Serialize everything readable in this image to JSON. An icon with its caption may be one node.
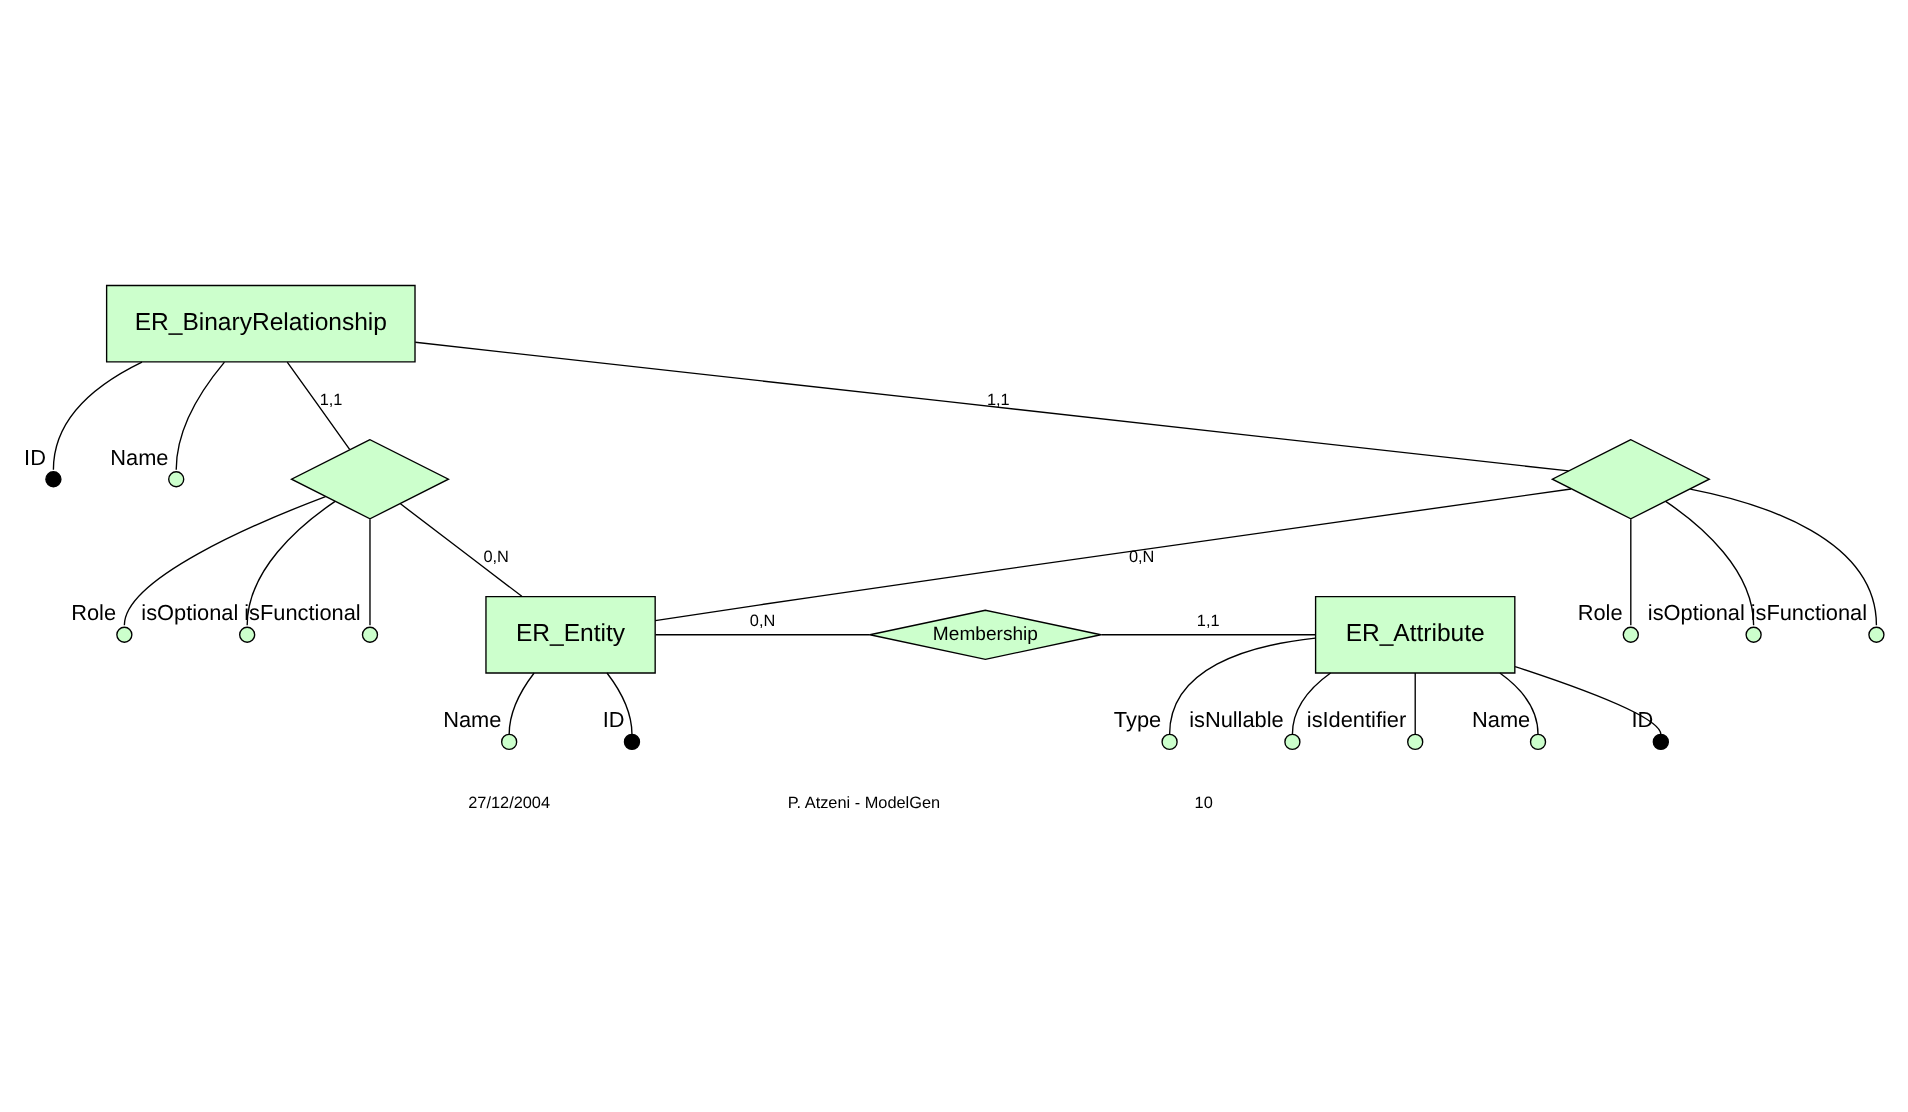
{
  "diagram": {
    "nodes": [
      {
        "text": [
          "ER_BinaryRelationship"
        ]
      },
      {
        "text": [],
        "shape": "circle",
        "beside": [
          "ID"
        ]
      },
      {
        "text": [],
        "shape": "circle",
        "beside": [
          "Name"
        ]
      },
      {
        "text": [],
        "shape": "circle",
        "beside": [
          "Role"
        ]
      },
      {
        "text": [],
        "shape": "diamond"
      },
      {
        "text": [],
        "shape": "diamond"
      },
      {
        "text": [],
        "shape": "circle",
        "beside": [
          "Role"
        ]
      },
      {
        "text": [],
        "shape": "circle",
        "beside": [
          "isOptional"
        ]
      },
      {
        "text": [],
        "shape": "circle",
        "beside": [
          "isOptional"
        ]
      },
      {
        "text": [],
        "shape": "circle",
        "beside": [
          "isFunctional"
        ]
      },
      {
        "text": [],
        "shape": "circle",
        "beside": [
          "isFunctional"
        ]
      },
      {
        "text": [
          "ER_Entity"
        ]
      },
      {
        "text": [
          "Membership"
        ]
      },
      {
        "text": [
          "ER_Attribute"
        ]
      },
      {
        "text": [],
        "shape": "circle",
        "beside": [
          "Type"
        ]
      },
      {
        "text": [],
        "shape": "circle",
        "beside": [
          "isNullable"
        ]
      },
      {
        "text": [],
        "shape": "circle",
        "beside": [
          "isIdentifier"
        ]
      },
      {
        "text": [],
        "shape": "circle",
        "beside": [
          "Name"
        ]
      },
      {
        "text": [],
        "shape": "circle",
        "beside": [
          "ID"
        ]
      },
      {
        "text": [],
        "shape": "circle",
        "beside": [
          "Name"
        ]
      },
      {
        "text": [],
        "shape": "circle",
        "beside": [
          "ID"
        ]
      }
    ],
    "edges": [
      {
        "from": 0,
        "to": 1,
        "arrow": "none"
      },
      {
        "from": 0,
        "to": 2,
        "arrow": "none"
      },
      {
        "from": 0,
        "to": 4,
        "arrow": "none",
        "label": "1,1"
      },
      {
        "from": 0,
        "to": 5,
        "arrow": "none",
        "label": "1,1"
      },
      {
        "from": 4,
        "to": 3,
        "arrow": "none"
      },
      {
        "from": 4,
        "to": 8,
        "arrow": "none"
      },
      {
        "from": 4,
        "to": 9,
        "arrow": "none"
      },
      {
        "from": 5,
        "to": 6,
        "arrow": "none"
      },
      {
        "from": 5,
        "to": 7,
        "arrow": "none"
      },
      {
        "from": 5,
        "to": 10,
        "arrow": "none"
      },
      {
        "from": 4,
        "to": 11,
        "arrow": "none",
        "label": "0,N"
      },
      {
        "from": 5,
        "to": 11,
        "arrow": "none",
        "label": "0,N"
      },
      {
        "from": 11,
        "to": 12,
        "arrow": "none",
        "label": "0,N"
      },
      {
        "from": 12,
        "to": 13,
        "arrow": "none",
        "label": "1,1"
      },
      {
        "from": 13,
        "to": 14,
        "arrow": "none"
      },
      {
        "from": 13,
        "to": 15,
        "arrow": "none"
      },
      {
        "from": 13,
        "to": 16,
        "arrow": "none"
      },
      {
        "from": 13,
        "to": 19,
        "arrow": "none"
      },
      {
        "from": 13,
        "to": 20,
        "arrow": "none"
      },
      {
        "from": 11,
        "to": 17,
        "arrow": "none"
      },
      {
        "from": 11,
        "to": 18,
        "arrow": "none"
      }
    ],
    "labels": [
      "27/12/2004",
      "P. Atzeni - ModelGen",
      "10"
    ]
  }
}
